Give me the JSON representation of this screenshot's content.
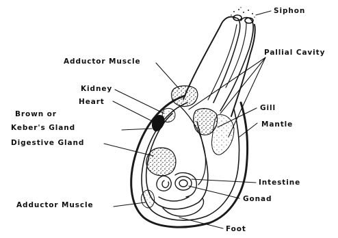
{
  "diagram": {
    "labels": {
      "siphon": "Siphon",
      "adductor_muscle_top": "Adductor Muscle",
      "pallial_cavity": "Pallial Cavity",
      "kidney": "Kidney",
      "heart": "Heart",
      "brown_gland_line1": "Brown  or",
      "brown_gland_line2": "Keber's Gland",
      "gill": "Gill",
      "mantle": "Mantle",
      "digestive_gland": "Digestive Gland",
      "intestine": "Intestine",
      "gonad": "Gonad",
      "adductor_muscle_bottom": "Adductor Muscle",
      "foot": "Foot"
    }
  }
}
